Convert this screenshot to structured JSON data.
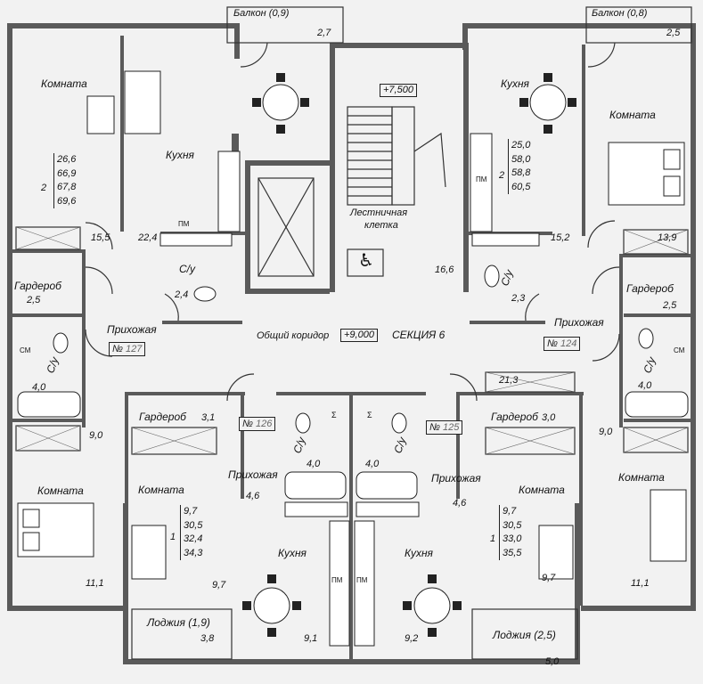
{
  "plan": {
    "balconies": {
      "left": "Балкон (0,9)",
      "left_area": "2,7",
      "right": "Балкон (0,8)",
      "right_area": "2,5"
    },
    "loggias": {
      "left": "Лоджия (1,9)",
      "left_area": "3,8",
      "right": "Лоджия (2,5)",
      "right_area": "5,0"
    },
    "stair": {
      "level": "+7,500",
      "label1": "Лестничная",
      "label2": "клетка",
      "area": "16,6"
    },
    "corridor": {
      "label": "Общий коридор",
      "level": "+9,000",
      "section": "СЕКЦИЯ 6",
      "area": "21,3"
    },
    "apartments": {
      "a127": {
        "no": "№",
        "num": "127",
        "rooms": "2",
        "areas": [
          "26,6",
          "66,9",
          "67,8",
          "69,6"
        ],
        "room_label": "Комната",
        "kitchen_label": "Кухня",
        "bath_label": "С/у",
        "ward_label": "Гардероб",
        "hall_label": "Прихожая",
        "room2_label": "Комната",
        "room1_area": "15,5",
        "kitchen_area": "22,4",
        "bath1_area": "2,4",
        "ward_area": "2,5",
        "bath2_area": "4,0",
        "hall_area": "9,0",
        "room2_area": "11,1"
      },
      "a124": {
        "no": "№",
        "num": "124",
        "rooms": "2",
        "areas": [
          "25,0",
          "58,0",
          "58,8",
          "60,5"
        ],
        "room_label": "Комната",
        "kitchen_label": "Кухня",
        "bath_label": "С/у",
        "ward_label": "Гардероб",
        "hall_label": "Прихожая",
        "room2_label": "Комната",
        "kitchen_area": "15,2",
        "room1_area": "13,9",
        "bath1_area": "2,3",
        "ward_area": "2,5",
        "bath2_area": "4,0",
        "hall_area": "9,0",
        "room2_area": "11,1"
      },
      "a126": {
        "no": "№",
        "num": "126",
        "rooms": "1",
        "areas": [
          "9,7",
          "30,5",
          "32,4",
          "34,3"
        ],
        "ward_label": "Гардероб",
        "ward_area": "3,1",
        "room_label": "Комната",
        "hall_label": "Прихожая",
        "hall_area": "4,6",
        "bath_label": "С/у",
        "bath_area": "4,0",
        "kitchen_label": "Кухня",
        "room_area": "9,7",
        "kitchen_area": "9,1"
      },
      "a125": {
        "no": "№",
        "num": "125",
        "rooms": "1",
        "areas": [
          "9,7",
          "30,5",
          "33,0",
          "35,5"
        ],
        "ward_label": "Гардероб",
        "ward_area": "3,0",
        "room_label": "Комната",
        "hall_label": "Прихожая",
        "hall_area": "4,6",
        "bath_label": "С/у",
        "bath_area": "4,0",
        "kitchen_label": "Кухня",
        "room_area": "9,7",
        "kitchen_area": "9,2"
      }
    },
    "fixtures": {
      "stove": "ПМ",
      "washer": "СМ",
      "sink": "Σ",
      "accessible": "♿"
    }
  }
}
